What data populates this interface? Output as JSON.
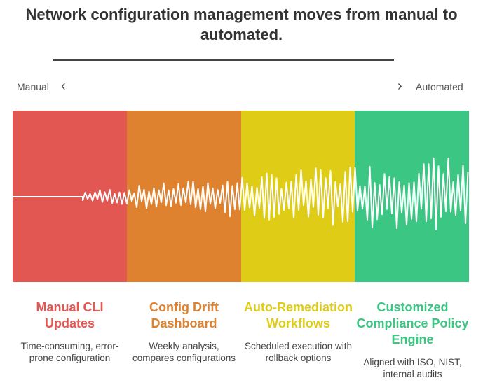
{
  "title": "Network configuration management moves from manual to automated.",
  "axis": {
    "left_label": "Manual",
    "right_label": "Automated"
  },
  "stages": [
    {
      "title": "Manual CLI Updates",
      "description": "Time-consuming, error-prone configuration",
      "color": "#e35753"
    },
    {
      "title": "Config Drift Dashboard",
      "description": "Weekly analysis, compares configurations",
      "color": "#de8230"
    },
    {
      "title": "Auto-Remediation Workflows",
      "description": "Scheduled execution with rollback options",
      "color": "#dfcc17"
    },
    {
      "title": "Customized Compliance Policy Engine",
      "description": "Aligned with ISO, NIST, internal audits",
      "color": "#3cc684"
    }
  ]
}
